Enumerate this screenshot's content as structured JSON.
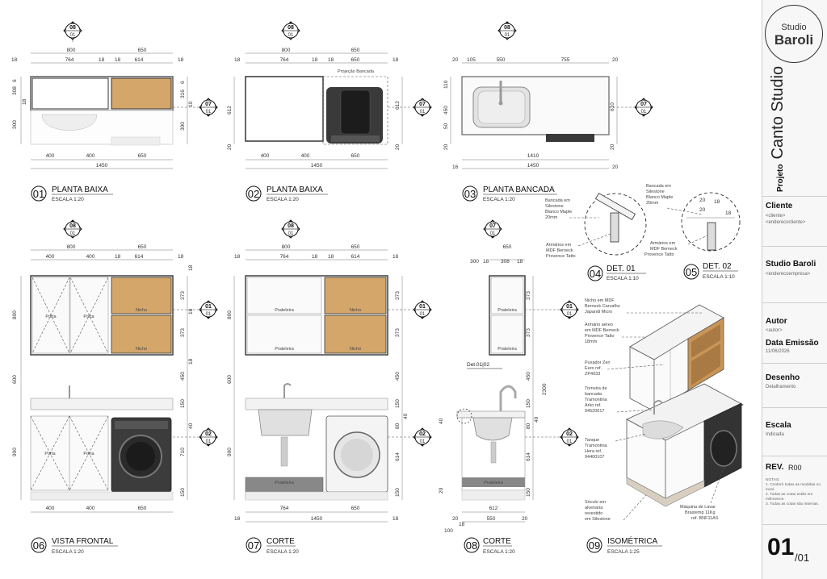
{
  "views": {
    "v01": {
      "num": "01",
      "title": "PLANTA BAIXA",
      "scale": "ESCALA 1:20"
    },
    "v02": {
      "num": "02",
      "title": "PLANTA BAIXA",
      "scale": "ESCALA 1:20"
    },
    "v03": {
      "num": "03",
      "title": "PLANTA BANCADA",
      "scale": "ESCALA 1:20"
    },
    "v04": {
      "num": "04",
      "title": "DET. 01",
      "scale": "ESCALA 1:10"
    },
    "v05": {
      "num": "05",
      "title": "DET. 02",
      "scale": "ESCALA 1:10"
    },
    "v06": {
      "num": "06",
      "title": "VISTA FRONTAL",
      "scale": "ESCALA 1:20"
    },
    "v07": {
      "num": "07",
      "title": "CORTE",
      "scale": "ESCALA 1:20"
    },
    "v08": {
      "num": "08",
      "title": "CORTE",
      "scale": "ESCALA 1:20"
    },
    "v09": {
      "num": "09",
      "title": "ISOMÉTRICA",
      "scale": "ESCALA 1:25"
    }
  },
  "markers": {
    "m08": "08",
    "m07": "07",
    "m02": "02",
    "m01": "01"
  },
  "dims": {
    "d18": "18",
    "d20": "20",
    "d764": "764",
    "d614": "614",
    "d650": "650",
    "d800": "800",
    "d400": "400",
    "d1450": "1450",
    "d308": "308",
    "d6": "6",
    "d316": "316",
    "d10": "10",
    "d300": "300",
    "d612": "612",
    "d105": "105",
    "d550": "550",
    "d755": "755",
    "d1410": "1410",
    "d16": "16",
    "d110": "110",
    "d450": "450",
    "d50": "50",
    "d610": "610",
    "d373": "373",
    "d600": "600",
    "d900": "900",
    "d150": "150",
    "d40": "40",
    "d710": "710",
    "d80": "80",
    "d2300": "2300",
    "d100": "100"
  },
  "labels": {
    "projecao": "Projeção Bancada",
    "porta": "Porta",
    "nicho": "Nicho",
    "prateleira": "Prateleira",
    "det0102": "Det.01|02"
  },
  "notes": {
    "det1_top": [
      "Bancada em",
      "Silestone",
      "Blanco Maple",
      "20mm"
    ],
    "det1_bot": [
      "Armários em",
      "MDF Berneck",
      "Provence Tatto"
    ],
    "det2_top": [
      "Bancada em",
      "Silestone",
      "Blanco Maple",
      "20mm"
    ],
    "det2_bot": [
      "Armários em",
      "MDF Berneck",
      "Provence Tatto"
    ],
    "iso_nicho": [
      "Nicho em MDF",
      "Berneck Carvalho",
      "Japandi Micro"
    ],
    "iso_armario": [
      "Armário aéreo",
      "em MDF Berneck",
      "Provence Tatto",
      "18mm"
    ],
    "iso_puxador": [
      "Puxador Zen",
      "Euro ref.",
      "ZP4033"
    ],
    "iso_torneira": [
      "Torneira de",
      "bancada",
      "Tramontina",
      "Arko ref.",
      "94520017"
    ],
    "iso_tanque": [
      "Tanque",
      "Tramontina",
      "Hera ref.",
      "94400107"
    ],
    "iso_soculo": [
      "Sóculo em",
      "alvenaria",
      "revestido",
      "em Silestone"
    ],
    "iso_maquina": [
      "Máquina de Lavar",
      "Brastemp 11Kg",
      "ref. BNF11AS"
    ]
  },
  "stamp": {
    "logo_top": "Studio",
    "logo_bottom": "Baroli",
    "projeto_label": "Projeto",
    "projeto_name": "Canto Studio",
    "cliente_label": "Cliente",
    "cliente_name": "<cliente>",
    "cliente_end": "<enderecocliente>",
    "studio_label": "Studio Baroli",
    "studio_end": "<enderecoempresa>",
    "autor_label": "Autor",
    "autor_val": "<autor>",
    "data_label": "Data Emissão",
    "data_val": "11/06/2026",
    "desenho_label": "Desenho",
    "desenho_val": "Detalhamento",
    "escala_label": "Escala",
    "escala_val": "Indicada",
    "rev_label": "REV.",
    "rev_val": "R00",
    "notas": [
      "NOTAS:",
      "1. Conferir todas as medidas no local.",
      "2. Todas as cotas estão em milímetros.",
      "3. Todas as cotas são internas."
    ],
    "sheet": "01",
    "sheet_total": "/01"
  },
  "colors": {
    "wood": "#d4a66a",
    "line": "#333333",
    "light": "#efefef",
    "dark": "#2b2b2b",
    "panel": "#f7f7f7"
  }
}
